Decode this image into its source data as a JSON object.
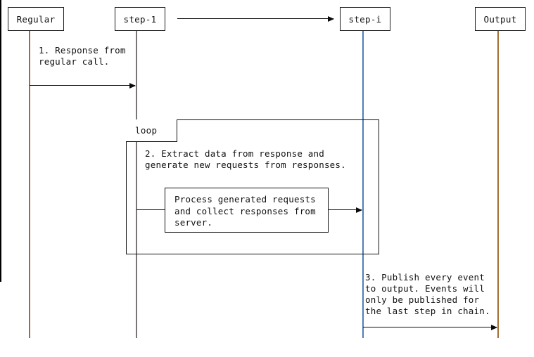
{
  "diagram": {
    "title": "Chained step sequence diagram",
    "type": "uml-sequence-diagram",
    "colors": {
      "lifeline_blue": "#4d7cb4",
      "lifeline_brown": "#a5703a",
      "stroke": "#111111",
      "background": "#ffffff"
    }
  },
  "participants": [
    {
      "id": "regular",
      "label": "Regular"
    },
    {
      "id": "step1",
      "label": "step-1"
    },
    {
      "id": "stepi",
      "label": "step-i"
    },
    {
      "id": "output",
      "label": "Output"
    }
  ],
  "messages": [
    {
      "id": "m0",
      "label": "",
      "from": "step-1",
      "to": "step-i",
      "note": "ellipsis connector between step-1 and step-i headers"
    },
    {
      "id": "m1",
      "label": "1. Response from\nregular call.",
      "label_line1": "1. Response from",
      "label_line2": "regular call.",
      "from": "Regular",
      "to": "step-1"
    },
    {
      "id": "m2",
      "label": "Process generated requests\nand collect responses from\nserver.",
      "label_line1": "Process generated requests",
      "label_line2": "and collect responses from",
      "label_line3": "server.",
      "from": "step-1",
      "to": "step-i",
      "boxed": "true"
    },
    {
      "id": "m3",
      "label": "3. Publish every event\nto output. Events will\nonly be published for\nthe last step in chain.",
      "label_line1": "3. Publish every event",
      "label_line2": "to output. Events will",
      "label_line3": "only be published for",
      "label_line4": "the last step in chain.",
      "from": "step-i",
      "to": "Output"
    }
  ],
  "fragments": [
    {
      "id": "loop1",
      "operator": "loop",
      "body_text": "2. Extract data from response and\ngenerate new requests from responses.",
      "body_line1": "2. Extract data from response and",
      "body_line2": "generate new requests from responses."
    }
  ]
}
